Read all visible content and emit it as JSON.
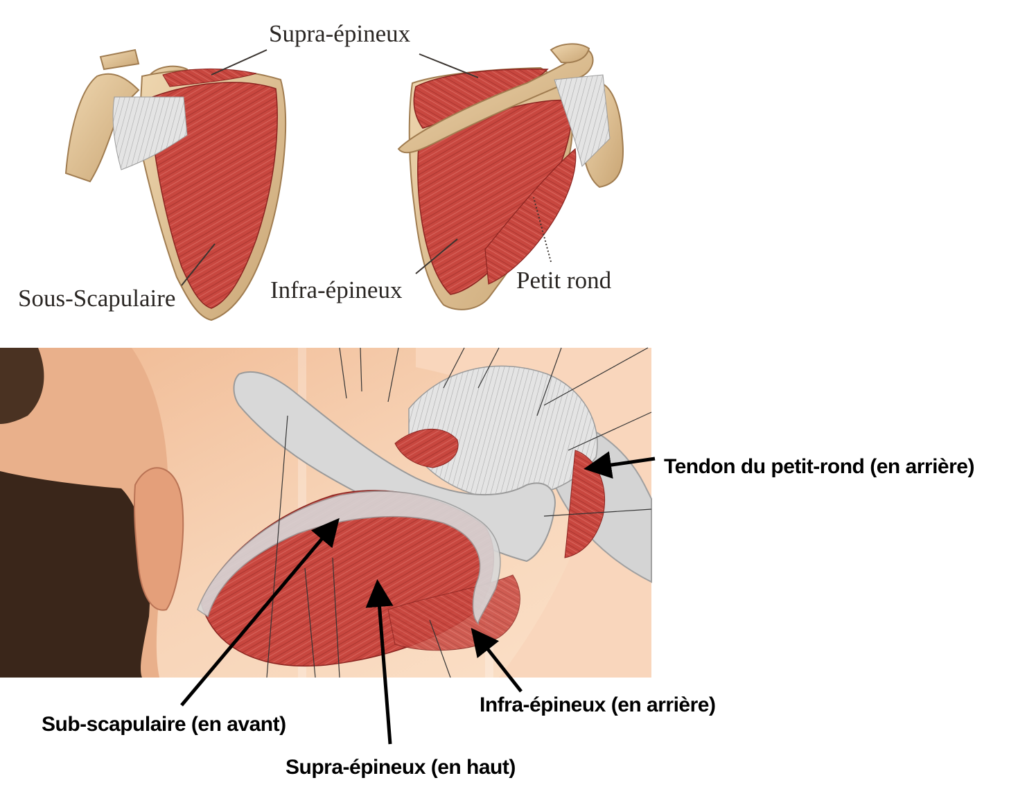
{
  "top_figure": {
    "labels": {
      "supra": "Supra-épineux",
      "sous_scap": "Sous-Scapulaire",
      "infra": "Infra-épineux",
      "petit_rond": "Petit rond"
    }
  },
  "bottom_figure": {
    "labels": {
      "tendon": "Tendon du petit-rond (en arrière)",
      "infra": "Infra-épineux (en arrière)",
      "sub": "Sub-scapulaire (en avant)",
      "supra": "Supra-épineux (en haut)"
    }
  },
  "colors": {
    "muscle": "#c4453f",
    "muscle_dark": "#9c2e2a",
    "bone": "#e3c49a",
    "tendon": "#dcdcdc",
    "skin": "#f2c6a4",
    "text": "#000000"
  }
}
